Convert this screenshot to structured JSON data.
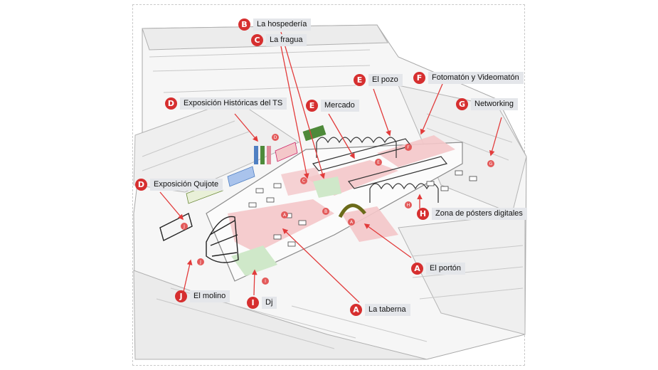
{
  "colors": {
    "badge": "#d62f2f",
    "label_bg": "#e4e6ea",
    "zone_pink": "#f4c7c9",
    "zone_green": "#cfe8c9",
    "line": "#e23b3b",
    "plan_line": "#9a9a9a",
    "plan_fill": "#f3f3f3"
  },
  "labels": [
    {
      "id": "b-hospederia",
      "letter": "B",
      "text": "La hospedería"
    },
    {
      "id": "c-fragua",
      "letter": "C",
      "text": "La fragua"
    },
    {
      "id": "e-pozo",
      "letter": "E",
      "text": "El pozo"
    },
    {
      "id": "f-fotomaton",
      "letter": "F",
      "text": "Fotomatón y Videomatón"
    },
    {
      "id": "d-exposicion-ts",
      "letter": "D",
      "text": "Exposición Históricas del TS"
    },
    {
      "id": "e-mercado",
      "letter": "E",
      "text": "Mercado"
    },
    {
      "id": "g-networking",
      "letter": "G",
      "text": "Networking"
    },
    {
      "id": "d-quijote",
      "letter": "D",
      "text": "Exposición Quijote"
    },
    {
      "id": "h-posters",
      "letter": "H",
      "text": "Zona de pósters digitales"
    },
    {
      "id": "a-porton",
      "letter": "A",
      "text": "El portón"
    },
    {
      "id": "j-molino",
      "letter": "J",
      "text": "El molino"
    },
    {
      "id": "i-dj",
      "letter": "I",
      "text": "Dj"
    },
    {
      "id": "a-taberna",
      "letter": "A",
      "text": "La taberna"
    }
  ],
  "markers": [
    "B",
    "C",
    "D",
    "E",
    "E",
    "F",
    "G",
    "H",
    "I",
    "J",
    "A"
  ]
}
